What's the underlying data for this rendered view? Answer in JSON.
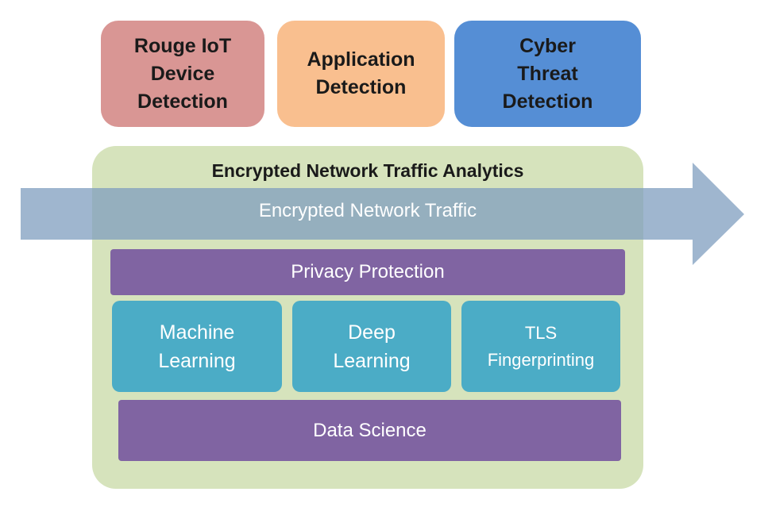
{
  "top_boxes": {
    "rouge_iot": "Rouge IoT\nDevice\nDetection",
    "application": "Application\nDetection",
    "cyber_threat": "Cyber\nThreat\nDetection"
  },
  "panel": {
    "title": "Encrypted Network Traffic Analytics",
    "arrow_label": "Encrypted Network Traffic",
    "privacy": "Privacy Protection",
    "methods": {
      "machine_learning": "Machine\nLearning",
      "deep_learning": "Deep\nLearning",
      "tls": "TLS\nFingerprinting"
    },
    "data_science": "Data Science"
  },
  "colors": {
    "rouge": "#d99694",
    "application": "#f9bf8f",
    "cyber": "#558ed5",
    "panel": "#d6e3bc",
    "purple": "#8064a2",
    "teal": "#4bacc6",
    "arrow": "#7f9ebf"
  }
}
